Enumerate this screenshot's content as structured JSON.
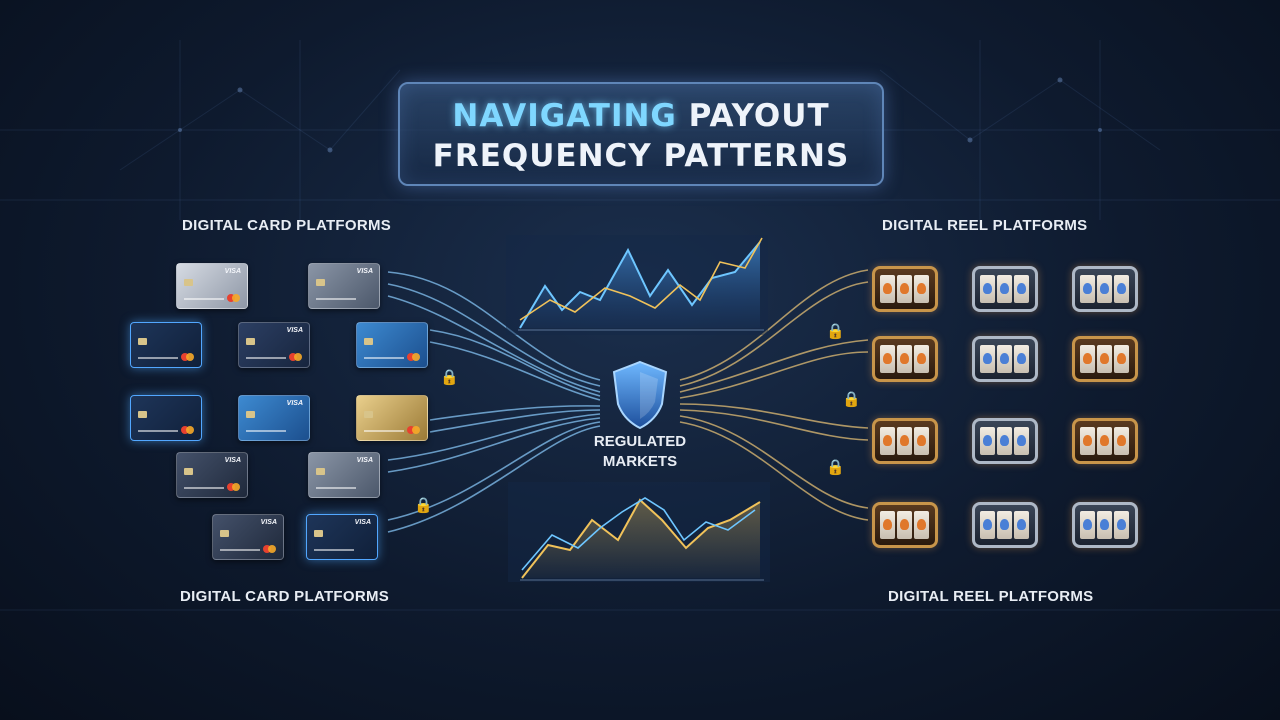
{
  "title": {
    "line1_accent": "NAVIGATING",
    "line1_rest": "PAYOUT",
    "line2": "FREQUENCY PATTERNS"
  },
  "labels": {
    "top_left": "DIGITAL CARD PLATFORMS",
    "bottom_left": "DIGITAL CARD PLATFORMS",
    "top_right": "DIGITAL REEL PLATFORMS",
    "bottom_right": "DIGITAL REEL PLATFORMS",
    "center_line1": "REGULATED",
    "center_line2": "MARKETS"
  },
  "icons": {
    "center": "shield-icon",
    "flow": "lock-icon",
    "cards": "credit-card-icon",
    "reels": "slot-machine-icon"
  },
  "colors": {
    "accent_blue": "#7fd7ff",
    "accent_gold": "#f0c25a",
    "background": "#0e1a2e"
  }
}
